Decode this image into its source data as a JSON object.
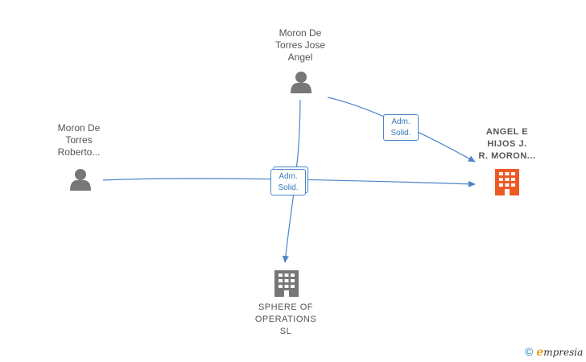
{
  "nodes": {
    "jose": {
      "label": [
        "Moron De",
        "Torres Jose",
        "Angel"
      ],
      "kind": "person",
      "icon": "person-icon",
      "color": "#777777"
    },
    "roberto": {
      "label": [
        "Moron De",
        "Torres",
        "Roberto..."
      ],
      "kind": "person",
      "icon": "person-icon",
      "color": "#777777"
    },
    "angel": {
      "label": [
        "ANGEL E",
        "HIJOS J.",
        "R. MORON..."
      ],
      "kind": "company",
      "icon": "building-icon",
      "color": "#ee5a24"
    },
    "sphere": {
      "label": [
        "SPHERE OF",
        "OPERATIONS",
        "SL"
      ],
      "kind": "company",
      "icon": "building-icon",
      "color": "#777777"
    }
  },
  "edges": [
    {
      "label": [
        "Adm.",
        "Solid."
      ]
    },
    {
      "label": [
        "Adm.",
        "Solid."
      ]
    }
  ],
  "colors": {
    "edge": "#4a86c8"
  },
  "footer": {
    "copyright": "©",
    "brand_e": "e",
    "brand_rest": "mpresia"
  }
}
